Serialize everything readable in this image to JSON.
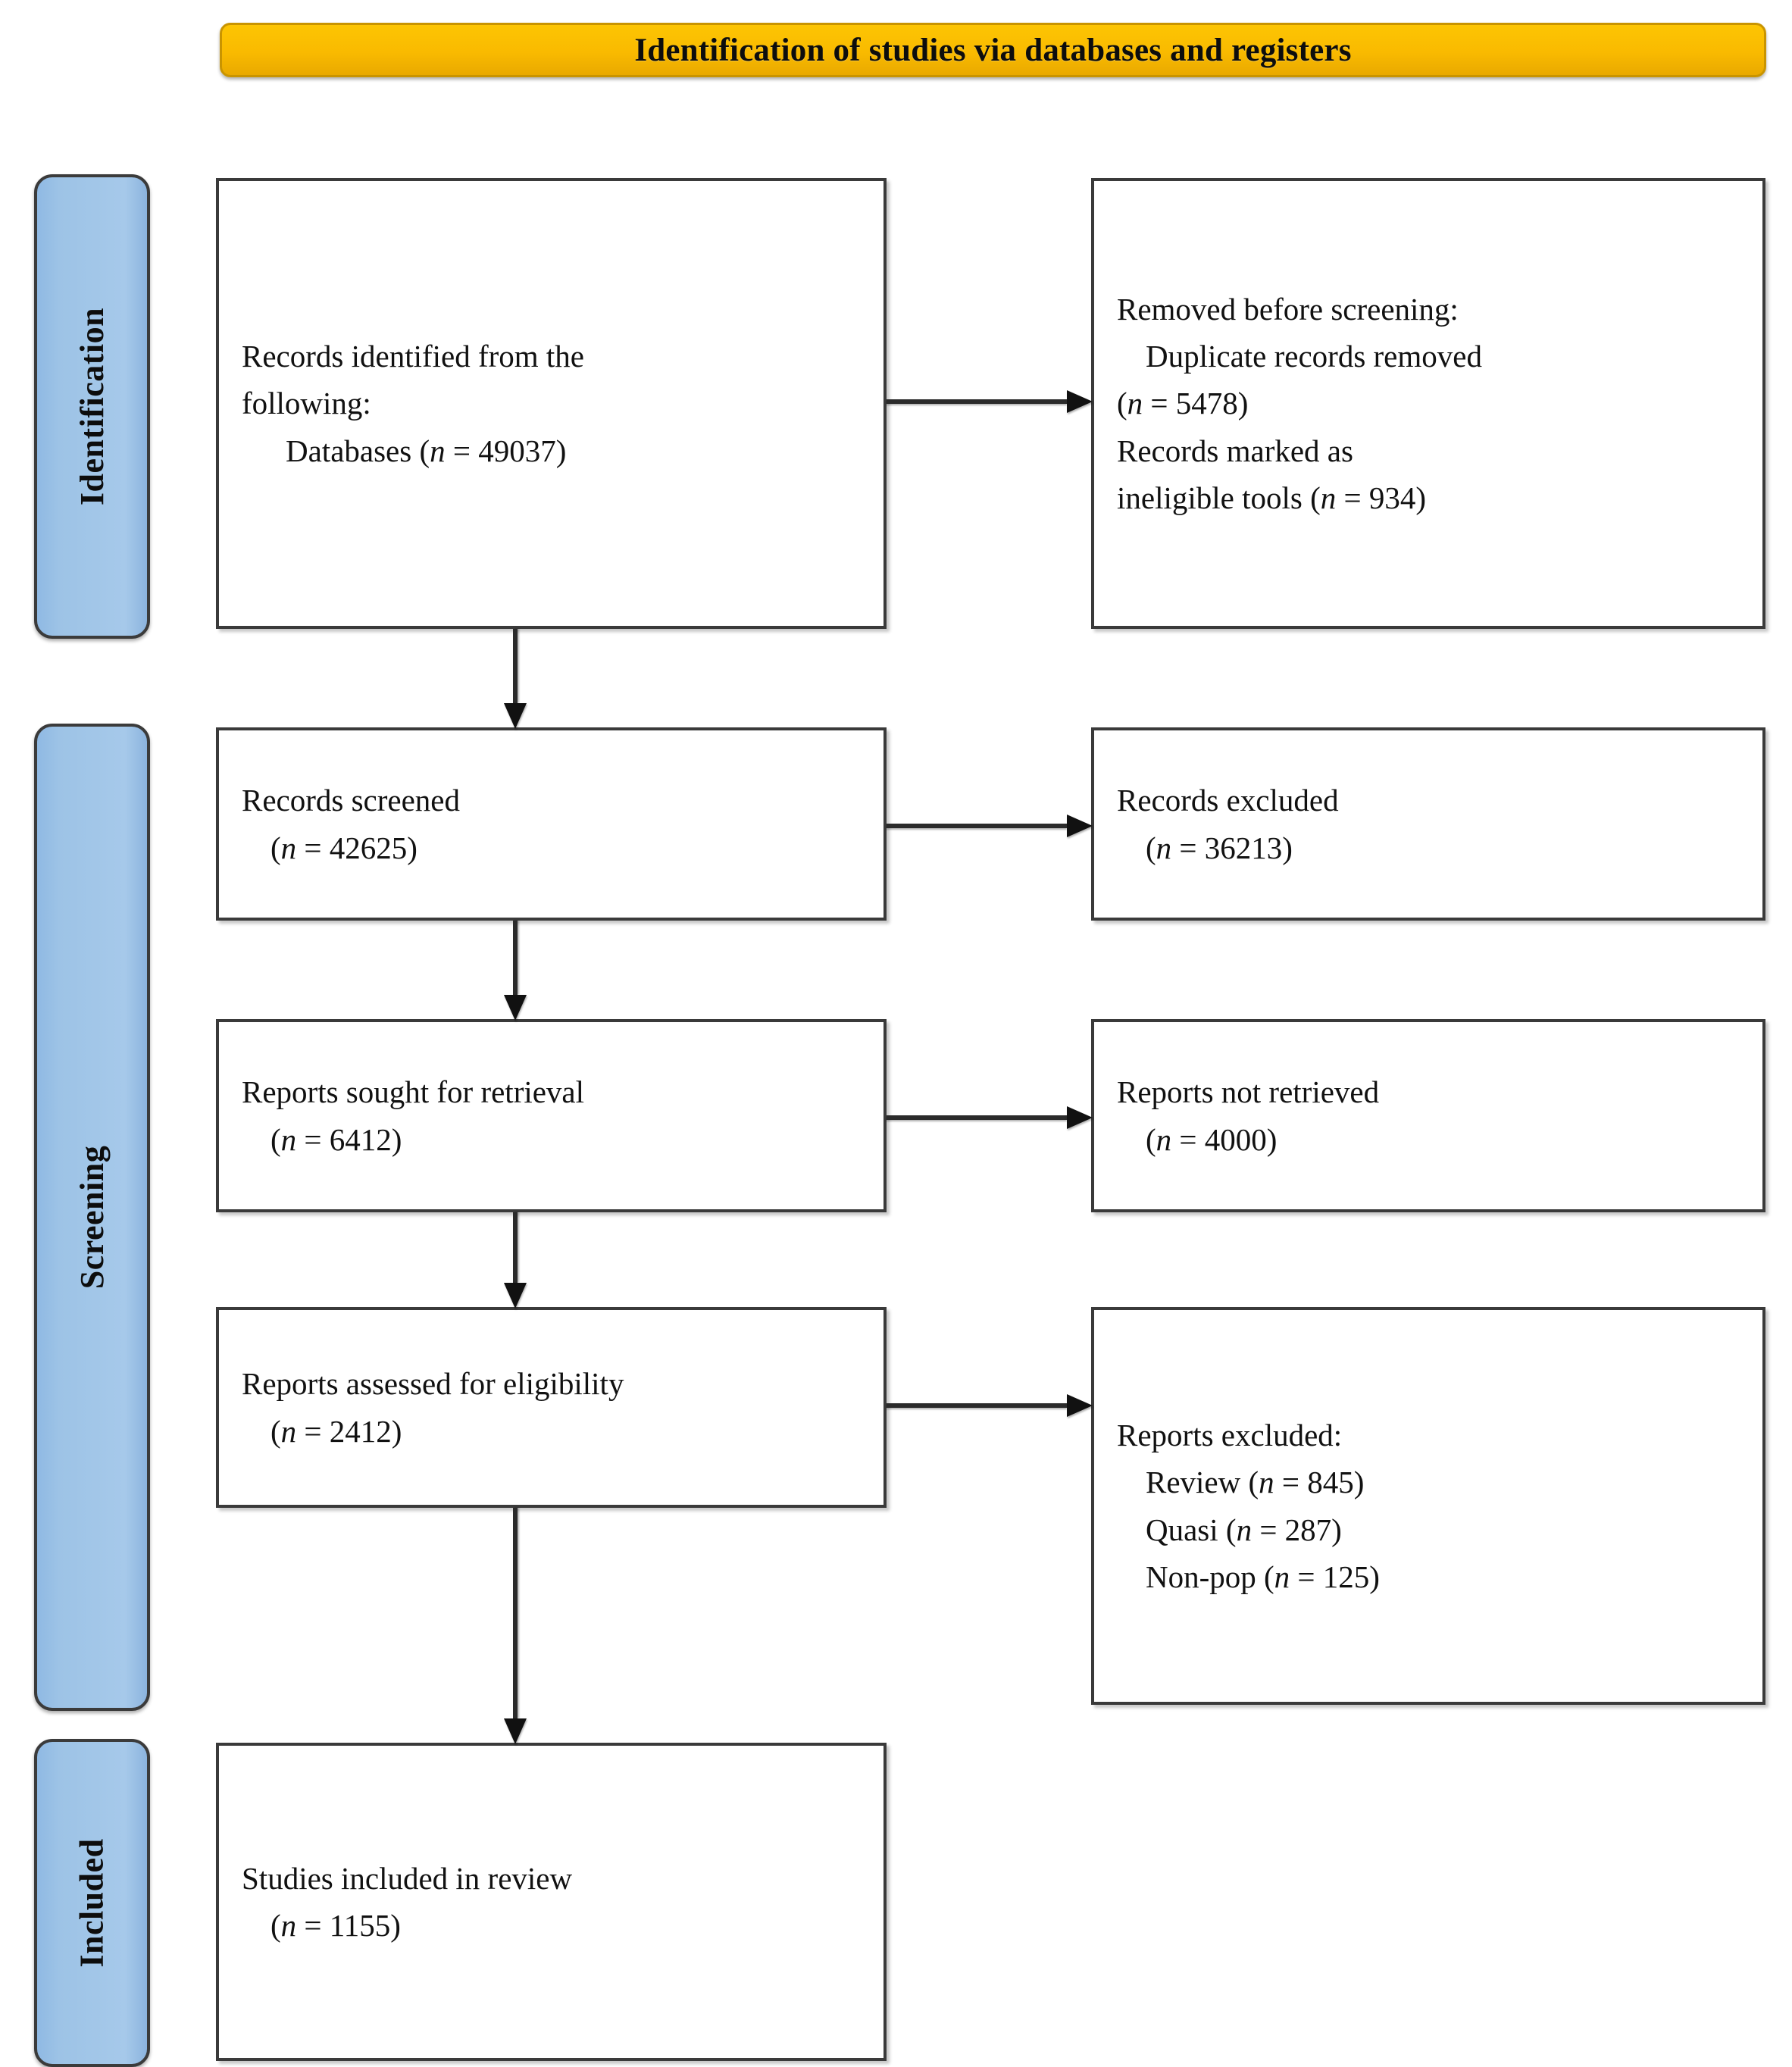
{
  "banner": {
    "title": "Identification of studies via databases and registers",
    "background_color": "#FBBC00",
    "border_color": "#C99400"
  },
  "phases": {
    "color": "#9DC3E6",
    "items": [
      {
        "id": "identification",
        "label": "Identification"
      },
      {
        "id": "screening",
        "label": "Screening"
      },
      {
        "id": "included",
        "label": "Included"
      }
    ]
  },
  "boxes": {
    "identified": {
      "lines": [
        "Records identified from the",
        "following:",
        "Databases (n = 49037)"
      ]
    },
    "removed": {
      "lines": [
        "Removed before screening:",
        "Duplicate records removed",
        "(n = 5478)",
        "Records marked as",
        "ineligible tools (n = 934)"
      ]
    },
    "screened": {
      "lines": [
        "Records screened",
        "(n = 42625)"
      ]
    },
    "excluded_records": {
      "lines": [
        "Records excluded",
        "(n = 36213)"
      ]
    },
    "sought": {
      "lines": [
        "Reports sought for retrieval",
        "(n = 6412)"
      ]
    },
    "not_retrieved": {
      "lines": [
        "Reports not retrieved",
        "(n = 4000)"
      ]
    },
    "assessed": {
      "lines": [
        "Reports assessed for eligibility",
        "(n = 2412)"
      ]
    },
    "excluded_reports": {
      "lines": [
        "Reports excluded:",
        "Review (n = 845)",
        "Quasi (n = 287)",
        "Non-pop (n = 125)"
      ]
    },
    "included": {
      "lines": [
        "Studies included in review",
        "(n = 1155)"
      ]
    }
  },
  "chart_data": {
    "type": "diagram",
    "title": "Identification of studies via databases and registers",
    "nodes": [
      {
        "id": "identified",
        "phase": "Identification",
        "label": "Records identified from the following: Databases",
        "n": 49037
      },
      {
        "id": "removed_duplicates",
        "phase": "Identification",
        "label": "Duplicate records removed",
        "n": 5478
      },
      {
        "id": "removed_ineligible",
        "phase": "Identification",
        "label": "Records marked as ineligible tools",
        "n": 934
      },
      {
        "id": "screened",
        "phase": "Screening",
        "label": "Records screened",
        "n": 42625
      },
      {
        "id": "excluded_records",
        "phase": "Screening",
        "label": "Records excluded",
        "n": 36213
      },
      {
        "id": "sought",
        "phase": "Screening",
        "label": "Reports sought for retrieval",
        "n": 6412
      },
      {
        "id": "not_retrieved",
        "phase": "Screening",
        "label": "Reports not retrieved",
        "n": 4000
      },
      {
        "id": "assessed",
        "phase": "Screening",
        "label": "Reports assessed for eligibility",
        "n": 2412
      },
      {
        "id": "excluded_review",
        "phase": "Screening",
        "label": "Reports excluded: Review",
        "n": 845
      },
      {
        "id": "excluded_quasi",
        "phase": "Screening",
        "label": "Reports excluded: Quasi",
        "n": 287
      },
      {
        "id": "excluded_nonpop",
        "phase": "Screening",
        "label": "Reports excluded: Non-pop",
        "n": 125
      },
      {
        "id": "included",
        "phase": "Included",
        "label": "Studies included in review",
        "n": 1155
      }
    ],
    "edges": [
      {
        "from": "identified",
        "to": "removed_duplicates",
        "direction": "right"
      },
      {
        "from": "identified",
        "to": "screened",
        "direction": "down"
      },
      {
        "from": "screened",
        "to": "excluded_records",
        "direction": "right"
      },
      {
        "from": "screened",
        "to": "sought",
        "direction": "down"
      },
      {
        "from": "sought",
        "to": "not_retrieved",
        "direction": "right"
      },
      {
        "from": "sought",
        "to": "assessed",
        "direction": "down"
      },
      {
        "from": "assessed",
        "to": "excluded_review",
        "direction": "right"
      },
      {
        "from": "assessed",
        "to": "included",
        "direction": "down"
      }
    ]
  }
}
